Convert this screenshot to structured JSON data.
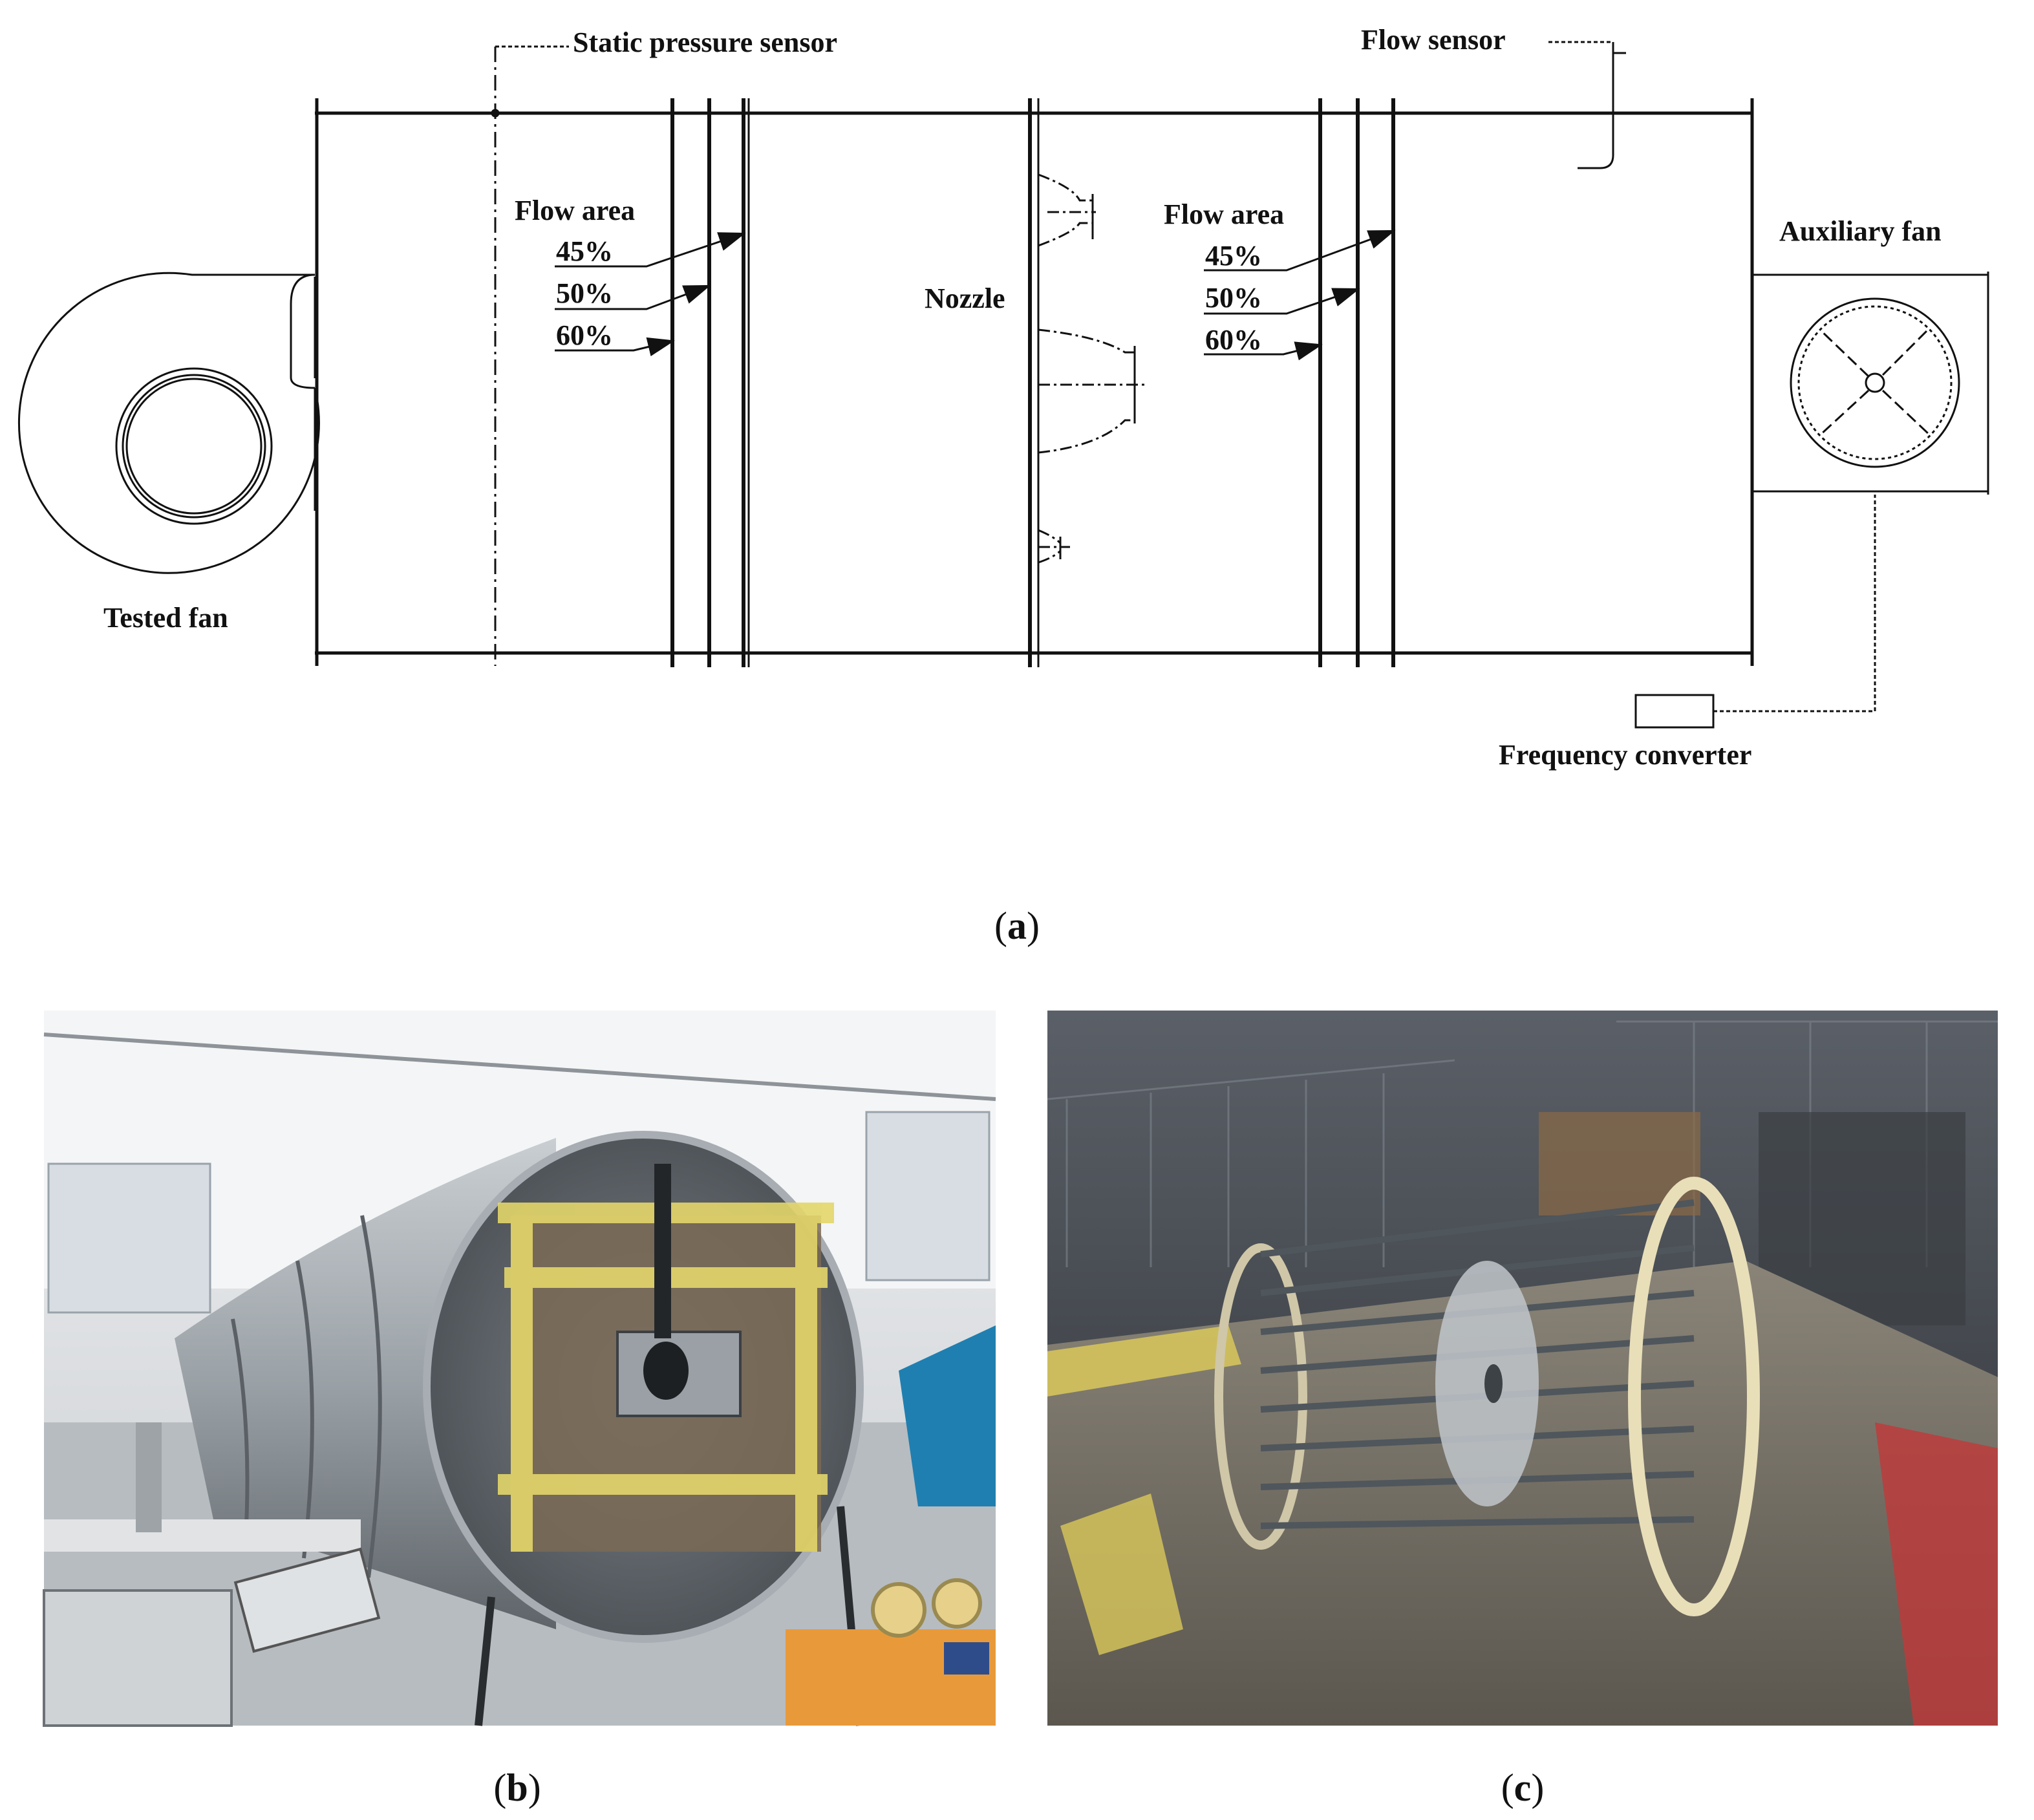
{
  "diagram": {
    "labels": {
      "static_pressure_sensor": "Static pressure sensor",
      "flow_sensor": "Flow sensor",
      "flow_area_left": "Flow area",
      "flow_area_right": "Flow area",
      "nozzle": "Nozzle",
      "auxiliary_fan": "Auxiliary fan",
      "tested_fan": "Tested fan",
      "frequency_converter": "Frequency converter"
    },
    "flow_area_percentages_left": [
      "45%",
      "50%",
      "60%"
    ],
    "flow_area_percentages_right": [
      "45%",
      "50%",
      "60%"
    ]
  },
  "panels": {
    "a": {
      "letter": "a"
    },
    "b": {
      "letter": "b",
      "description_icon": "test-rig-photo"
    },
    "c": {
      "letter": "c",
      "description_icon": "impeller-photo"
    }
  },
  "colors": {
    "line": "#111111",
    "tape_yellow": "#e3d66a",
    "drum_steel": "#8e969c",
    "photo_floor_red": "#c13a3a"
  }
}
